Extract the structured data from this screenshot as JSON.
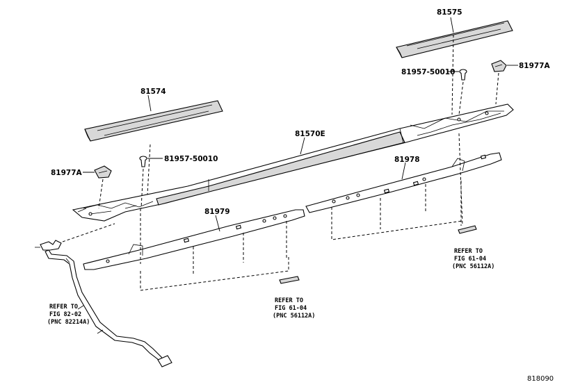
{
  "parts": {
    "p81575": "81575",
    "p81574": "81574",
    "p81570E": "81570E",
    "p81978": "81978",
    "p81979": "81979",
    "clip_right": "81977A",
    "clip_left": "81977A",
    "screw_right": "81957-50010",
    "screw_left": "81957-50010"
  },
  "notes": {
    "right": {
      "line1": "REFER TO",
      "line2": "FIG 61-04",
      "line3": "(PNC 56112A)"
    },
    "center": {
      "line1": "REFER TO",
      "line2": "FIG 61-04",
      "line3": "(PNC 56112A)"
    },
    "left": {
      "line1": "REFER TO",
      "line2": "FIG 82-02",
      "line3": "(PNC 82214A)"
    }
  },
  "figure_id": "818090"
}
